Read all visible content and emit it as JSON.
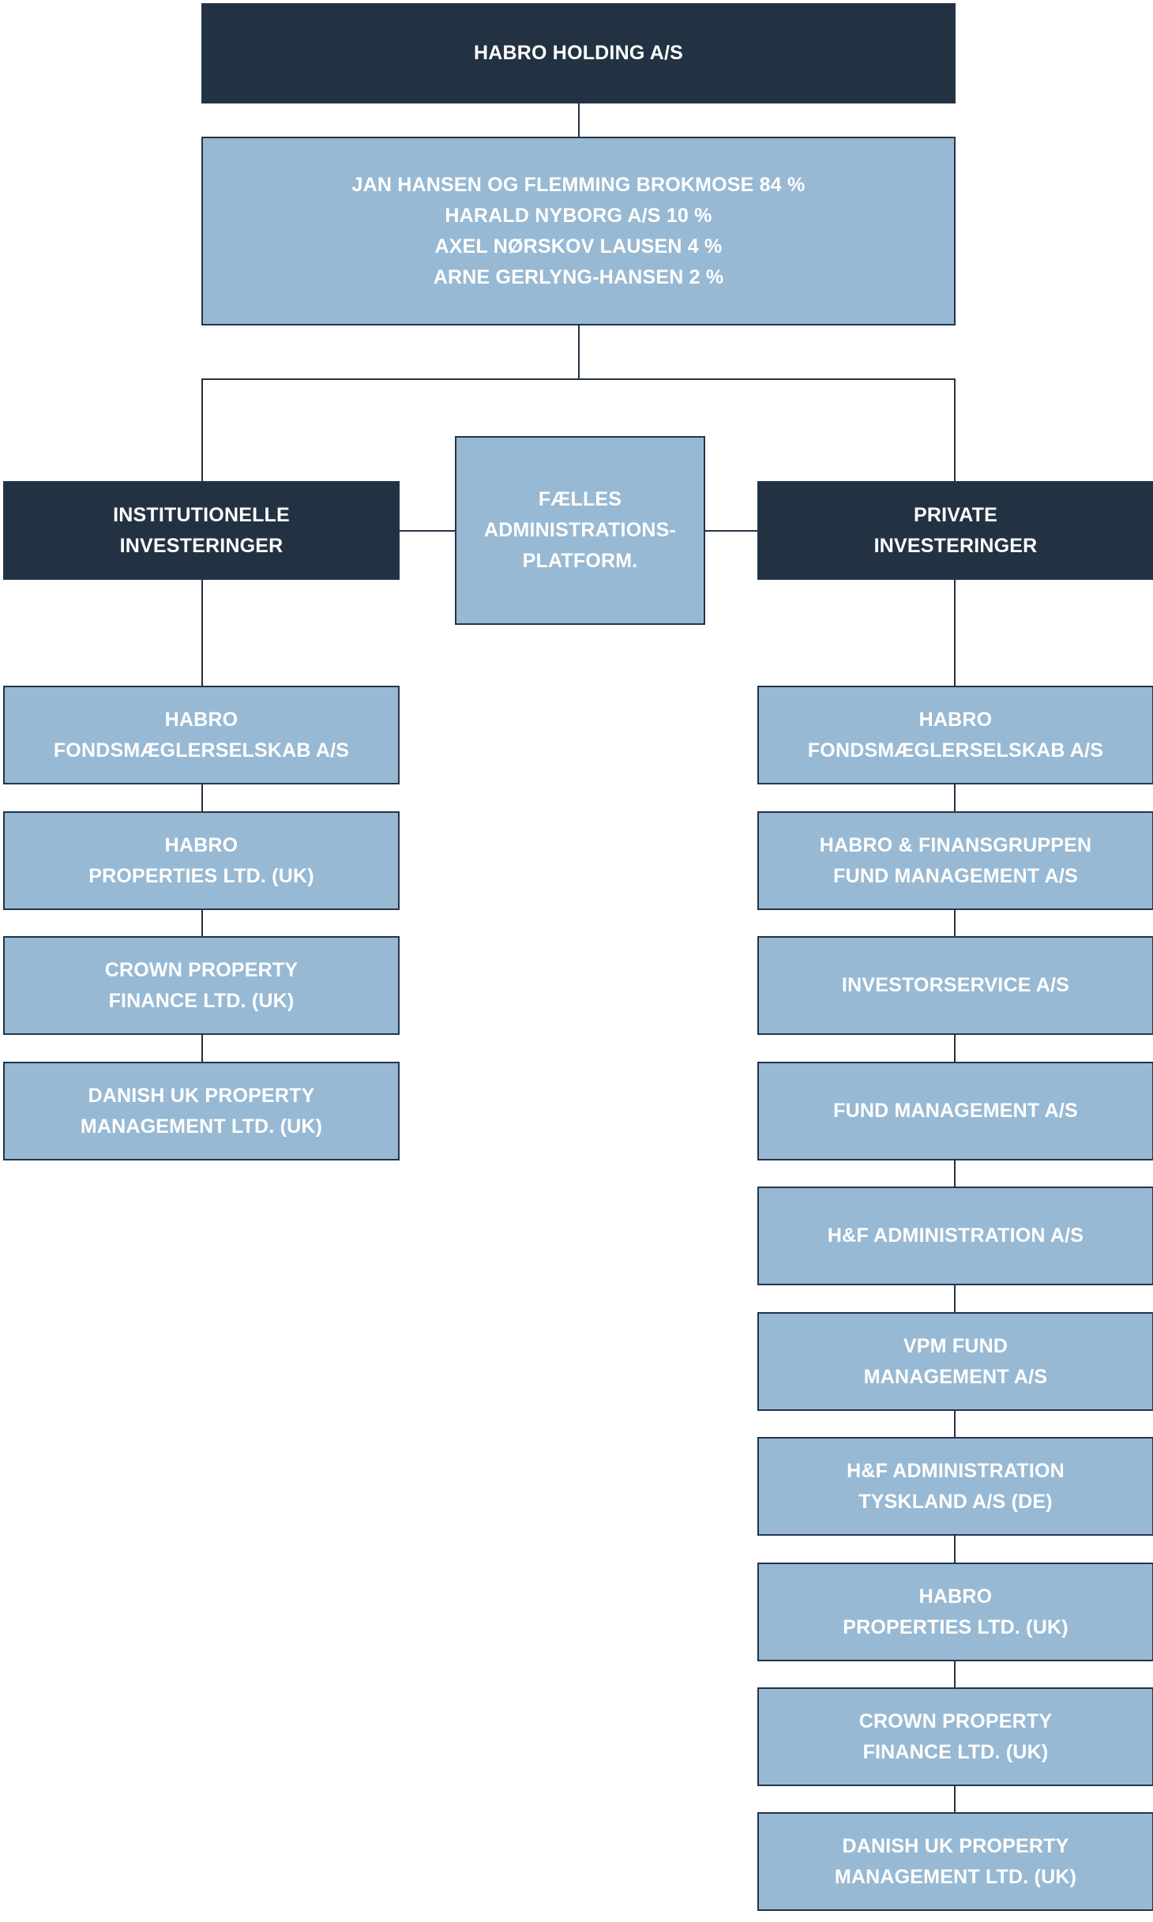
{
  "top": {
    "title": "HABRO HOLDING A/S"
  },
  "owners": {
    "lines": [
      "JAN HANSEN OG FLEMMING BROKMOSE 84 %",
      "HARALD NYBORG A/S 10 %",
      "AXEL NØRSKOV LAUSEN 4 %",
      "ARNE GERLYNG-HANSEN 2 %"
    ]
  },
  "divisions": {
    "institutional": [
      "INSTITUTIONELLE",
      "INVESTERINGER"
    ],
    "shared_platform": [
      "FÆLLES",
      "ADMINISTRATIONS-",
      "PLATFORM."
    ],
    "private": [
      "PRIVATE",
      "INVESTERINGER"
    ]
  },
  "institutional_companies": [
    [
      "HABRO",
      "FONDSMÆGLERSELSKAB A/S"
    ],
    [
      "HABRO",
      "PROPERTIES LTD. (UK)"
    ],
    [
      "CROWN PROPERTY",
      "FINANCE LTD. (UK)"
    ],
    [
      "DANISH UK PROPERTY",
      "MANAGEMENT LTD. (UK)"
    ]
  ],
  "private_companies": [
    [
      "HABRO",
      "FONDSMÆGLERSELSKAB A/S"
    ],
    [
      "HABRO & FINANSGRUPPEN",
      "FUND MANAGEMENT A/S"
    ],
    [
      "INVESTORSERVICE A/S"
    ],
    [
      "FUND MANAGEMENT A/S"
    ],
    [
      "H&F ADMINISTRATION A/S"
    ],
    [
      "VPM FUND",
      "MANAGEMENT A/S"
    ],
    [
      "H&F ADMINISTRATION",
      "TYSKLAND A/S (DE)"
    ],
    [
      "HABRO",
      "PROPERTIES LTD. (UK)"
    ],
    [
      "CROWN PROPERTY",
      "FINANCE LTD. (UK)"
    ],
    [
      "DANISH UK PROPERTY",
      "MANAGEMENT LTD. (UK)"
    ]
  ],
  "colors": {
    "dark_box": "#233243",
    "light_box": "#98b9d3",
    "text": "#ffffff",
    "connector": "#233243"
  }
}
